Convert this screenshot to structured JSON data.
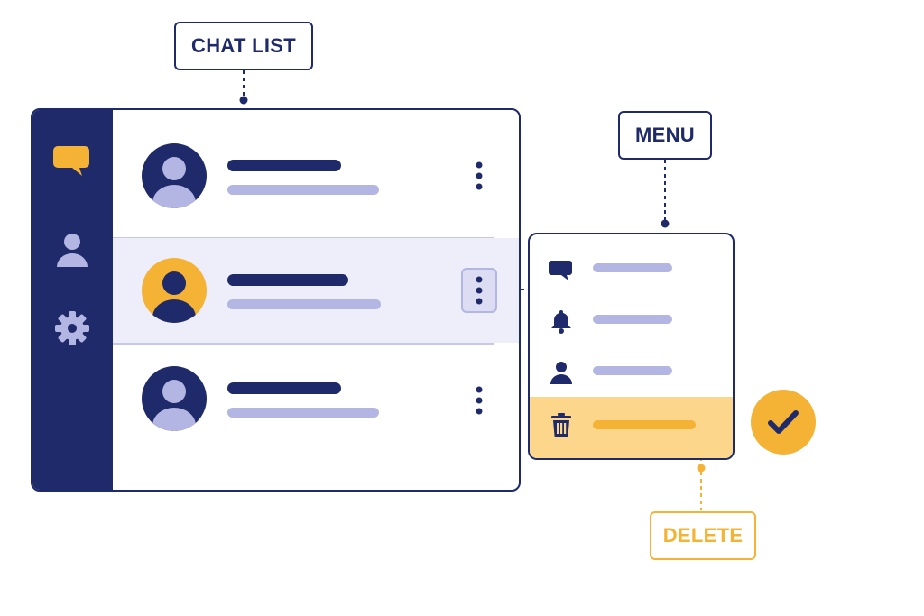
{
  "labels": {
    "chat_list": "CHAT LIST",
    "menu": "MENU",
    "delete": "DELETE"
  },
  "sidebar": {
    "items": [
      {
        "icon": "chat-bubble-icon",
        "active": true
      },
      {
        "icon": "user-icon",
        "active": false
      },
      {
        "icon": "gear-icon",
        "active": false
      }
    ]
  },
  "chats": [
    {
      "avatar_color": "#1f2a6b",
      "selected": false
    },
    {
      "avatar_color": "#f5b335",
      "selected": true
    },
    {
      "avatar_color": "#1f2a6b",
      "selected": false
    }
  ],
  "menu": {
    "items": [
      {
        "icon": "chat-bubble-icon"
      },
      {
        "icon": "bell-icon"
      },
      {
        "icon": "user-icon"
      },
      {
        "icon": "trash-icon",
        "highlight": true
      }
    ]
  },
  "colors": {
    "navy": "#1f2a6b",
    "lavender": "#b3b6e3",
    "light_lavender": "#eeeefa",
    "amber": "#f5b335",
    "amber_light": "#fcd68a"
  }
}
